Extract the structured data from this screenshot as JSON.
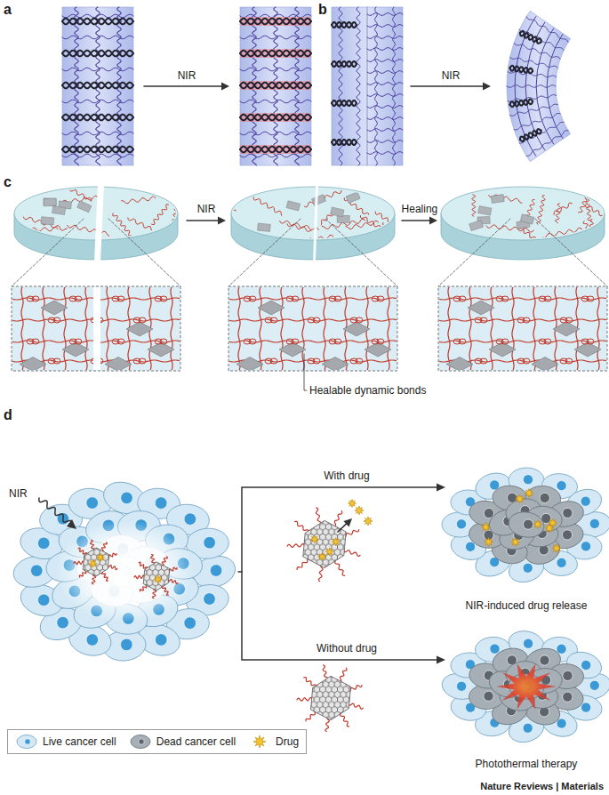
{
  "diagram": {
    "labels": [
      "a",
      "NIR",
      "b",
      "NIR",
      "c",
      "NIR",
      "Healing",
      "Healable dynamic bonds",
      "d",
      "NIR",
      "With drug",
      "Without drug",
      "NIR-induced drug release",
      "Photothermal therapy",
      "Nature Reviews | Materials"
    ],
    "legend": [
      {
        "text": "Live cancer cell"
      },
      {
        "text": "Dead cancer cell"
      },
      {
        "text": "Drug"
      }
    ]
  }
}
